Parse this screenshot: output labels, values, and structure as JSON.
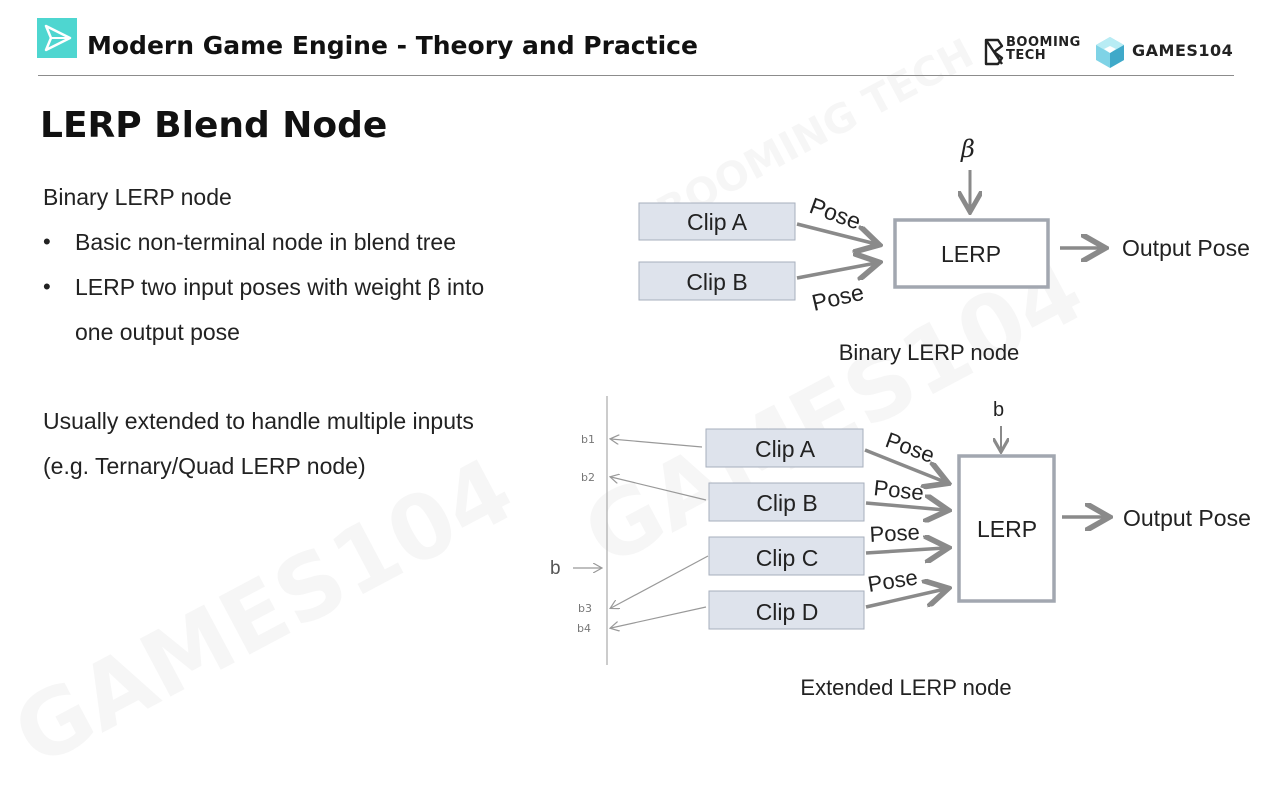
{
  "header": {
    "title": "Modern Game Engine - Theory and Practice",
    "brand_booming_line1": "BOOMING",
    "brand_booming_line2": "TECH",
    "brand_games": "GAMES104"
  },
  "slide": {
    "title": "LERP Blend Node",
    "intro": "Binary LERP node",
    "bullets": [
      "Basic non-terminal node in blend tree",
      "LERP two input poses with weight β into",
      "one output pose"
    ],
    "extended_line1": "Usually extended to handle multiple inputs",
    "extended_line2": "(e.g. Ternary/Quad LERP node)"
  },
  "binary_diagram": {
    "beta": "β",
    "clip_a": "Clip A",
    "clip_b": "Clip B",
    "pose_a": "Pose",
    "pose_b": "Pose",
    "node": "LERP",
    "output": "Output Pose",
    "caption": "Binary LERP node"
  },
  "extended_diagram": {
    "b_top": "b",
    "b_axis": "b",
    "ticks": [
      "b1",
      "b2",
      "b3",
      "b4"
    ],
    "clips": [
      "Clip A",
      "Clip B",
      "Clip C",
      "Clip D"
    ],
    "poses": [
      "Pose",
      "Pose",
      "Pose",
      "Pose"
    ],
    "node": "LERP",
    "output": "Output Pose",
    "caption": "Extended LERP node"
  },
  "colors": {
    "box_fill": "#dee3ec",
    "box_stroke": "#a7afbd",
    "arrow": "#8a8a8a",
    "lerp_stroke": "#a2a7b0",
    "logo_teal": "#4ed6d0"
  },
  "watermark": [
    "GAMES104",
    "BOOMING TECH"
  ]
}
